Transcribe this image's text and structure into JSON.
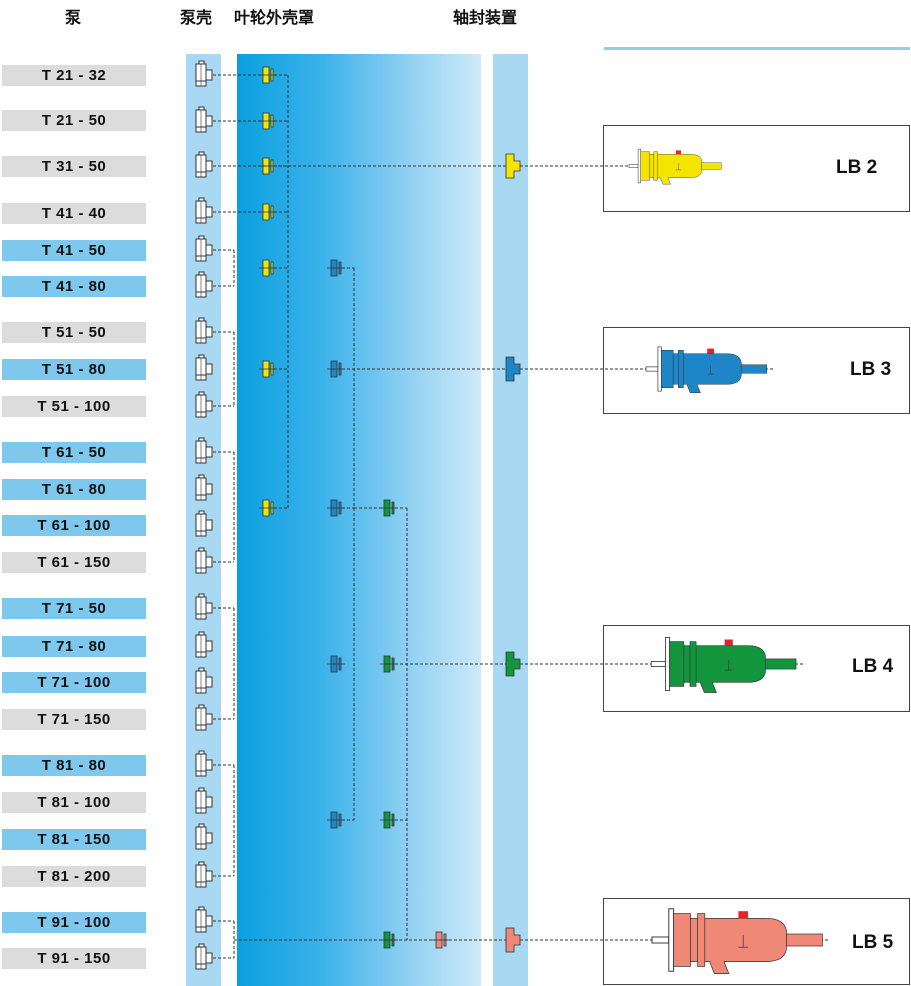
{
  "headers": {
    "pump": "泵",
    "casing": "泵壳",
    "impeller_cover": "叶轮外壳罩",
    "shaft_seal": "轴封装置"
  },
  "pumps": [
    {
      "label": "T  21 - 32",
      "style": "grey"
    },
    {
      "label": "T  21 - 50",
      "style": "grey"
    },
    {
      "label": "T  31 - 50",
      "style": "grey"
    },
    {
      "label": "T  41 - 40",
      "style": "grey"
    },
    {
      "label": "T  41 - 50",
      "style": "blue"
    },
    {
      "label": "T  41 - 80",
      "style": "blue"
    },
    {
      "label": "T  51 - 50",
      "style": "grey"
    },
    {
      "label": "T  51 - 80",
      "style": "blue"
    },
    {
      "label": "T  51 - 100",
      "style": "grey"
    },
    {
      "label": "T  61 - 50",
      "style": "blue"
    },
    {
      "label": "T  61 - 80",
      "style": "blue"
    },
    {
      "label": "T  61 - 100",
      "style": "blue"
    },
    {
      "label": "T  61 - 150",
      "style": "grey"
    },
    {
      "label": "T  71 - 50",
      "style": "blue"
    },
    {
      "label": "T  71 - 80",
      "style": "blue"
    },
    {
      "label": "T  71 - 100",
      "style": "blue"
    },
    {
      "label": "T  71 - 150",
      "style": "grey"
    },
    {
      "label": "T  81 - 80",
      "style": "blue"
    },
    {
      "label": "T  81 - 100",
      "style": "grey"
    },
    {
      "label": "T  81 - 150",
      "style": "blue"
    },
    {
      "label": "T  81 - 200",
      "style": "grey"
    },
    {
      "label": "T  91 - 100",
      "style": "blue"
    },
    {
      "label": "T  91 - 150",
      "style": "grey"
    }
  ],
  "bearing_units": [
    {
      "label": "LB 2",
      "color": "#f5e400"
    },
    {
      "label": "LB 3",
      "color": "#2aa3e6"
    },
    {
      "label": "LB 4",
      "color": "#12953c"
    },
    {
      "label": "LB 5",
      "color": "#f08878"
    }
  ],
  "colors": {
    "yellow": "#f5e400",
    "blue": "#1e86c8",
    "green": "#12953c",
    "salmon": "#f08878",
    "red_accent": "#e0252b"
  }
}
